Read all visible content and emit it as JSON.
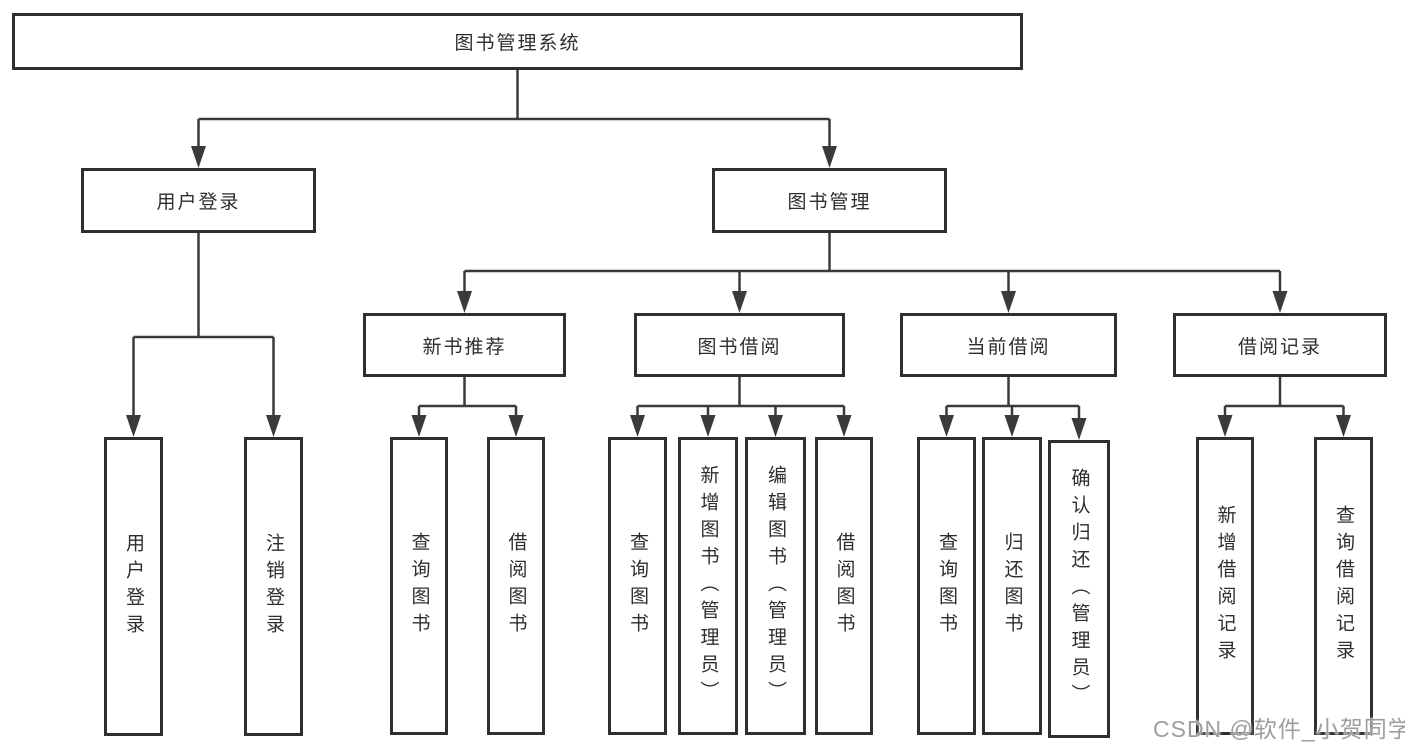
{
  "diagram_type": "tree",
  "nodes": {
    "root": {
      "label": "图书管理系统"
    },
    "user_login": {
      "label": "用户登录"
    },
    "book_mgmt": {
      "label": "图书管理"
    },
    "user_login_leaf": {
      "label": "用户登录"
    },
    "logout_leaf": {
      "label": "注销登录"
    },
    "new_book_rec": {
      "label": "新书推荐"
    },
    "book_borrow": {
      "label": "图书借阅"
    },
    "current_borrow": {
      "label": "当前借阅"
    },
    "borrow_records": {
      "label": "借阅记录"
    },
    "query_books_a": {
      "label": "查询图书"
    },
    "borrow_books_a": {
      "label": "借阅图书"
    },
    "query_books_b": {
      "label": "查询图书"
    },
    "add_book": {
      "label": "新增图书（管理员）"
    },
    "edit_book": {
      "label": "编辑图书（管理员）"
    },
    "borrow_books_b": {
      "label": "借阅图书"
    },
    "query_books_c": {
      "label": "查询图书"
    },
    "return_book": {
      "label": "归还图书"
    },
    "confirm_return": {
      "label": "确认归还（管理员）"
    },
    "add_borrow_record": {
      "label": "新增借阅记录"
    },
    "query_borrow_record": {
      "label": "查询借阅记录"
    }
  },
  "edges": [
    {
      "from": "root",
      "to": "user_login"
    },
    {
      "from": "root",
      "to": "book_mgmt"
    },
    {
      "from": "user_login",
      "to": "user_login_leaf"
    },
    {
      "from": "user_login",
      "to": "logout_leaf"
    },
    {
      "from": "book_mgmt",
      "to": "new_book_rec"
    },
    {
      "from": "book_mgmt",
      "to": "book_borrow"
    },
    {
      "from": "book_mgmt",
      "to": "current_borrow"
    },
    {
      "from": "book_mgmt",
      "to": "borrow_records"
    },
    {
      "from": "new_book_rec",
      "to": "query_books_a"
    },
    {
      "from": "new_book_rec",
      "to": "borrow_books_a"
    },
    {
      "from": "book_borrow",
      "to": "query_books_b"
    },
    {
      "from": "book_borrow",
      "to": "add_book"
    },
    {
      "from": "book_borrow",
      "to": "edit_book"
    },
    {
      "from": "book_borrow",
      "to": "borrow_books_b"
    },
    {
      "from": "current_borrow",
      "to": "query_books_c"
    },
    {
      "from": "current_borrow",
      "to": "return_book"
    },
    {
      "from": "current_borrow",
      "to": "confirm_return"
    },
    {
      "from": "borrow_records",
      "to": "add_borrow_record"
    },
    {
      "from": "borrow_records",
      "to": "query_borrow_record"
    }
  ],
  "watermark": {
    "text": "CSDN @软件_小贺同学",
    "color": "#9e9e9e"
  },
  "colors": {
    "background": "#ffffff",
    "box_border": "#2f2f2f",
    "line": "#3a3a3a",
    "text": "#2e2e2e"
  }
}
